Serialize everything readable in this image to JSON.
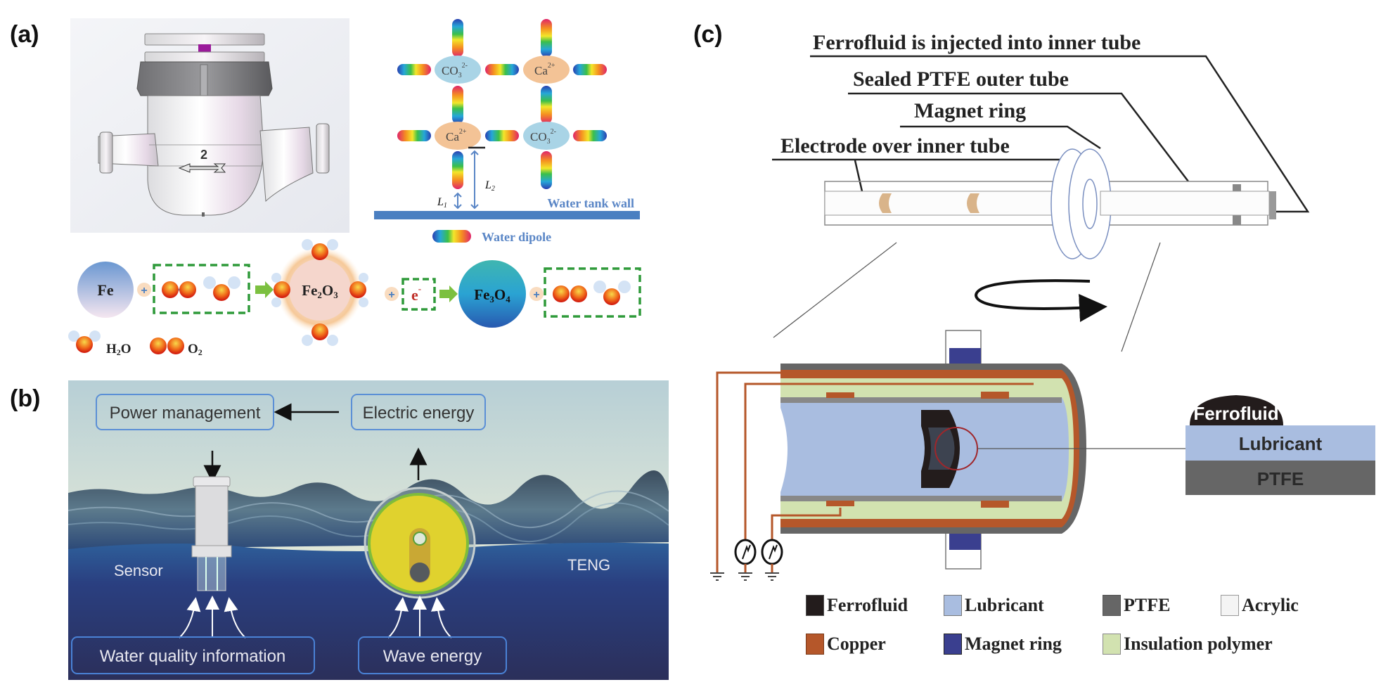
{
  "panels": {
    "a": {
      "label": "(a)",
      "meter": {
        "arrow_number": "2"
      },
      "lattice": {
        "ions": [
          {
            "label": "CO",
            "sub": "3",
            "sup": "2-",
            "type": "anion"
          },
          {
            "label": "Ca",
            "sub": "",
            "sup": "2+",
            "type": "cation"
          },
          {
            "label": "Ca",
            "sub": "",
            "sup": "2+",
            "type": "cation"
          },
          {
            "label": "CO",
            "sub": "3",
            "sup": "2-",
            "type": "anion"
          }
        ],
        "l1_label": "L",
        "l1_sub": "1",
        "l2_label": "L",
        "l2_sub": "2",
        "wall_label": "Water tank wall",
        "dipole_legend": "Water dipole"
      },
      "reaction": {
        "fe": "Fe",
        "fe2o3_main": "Fe",
        "fe2o3_sub1": "2",
        "fe2o3_o": "O",
        "fe2o3_sub2": "3",
        "electron": "e",
        "electron_sup": "-",
        "fe3o4_main": "Fe",
        "fe3o4_sub1": "3",
        "fe3o4_o": "O",
        "fe3o4_sub2": "4",
        "plus": "+",
        "legend_h2o_main": "H",
        "legend_h2o_sub": "2",
        "legend_h2o_o": "O",
        "legend_o2_main": "O",
        "legend_o2_sub": "2"
      }
    },
    "b": {
      "label": "(b)",
      "boxes": {
        "power_management": "Power management",
        "electric_energy": "Electric energy",
        "water_quality": "Water quality information",
        "wave_energy": "Wave energy"
      },
      "labels": {
        "sensor": "Sensor",
        "teng": "TENG"
      }
    },
    "c": {
      "label": "(c)",
      "callouts": [
        "Ferrofluid is injected into inner tube",
        "Sealed PTFE outer tube",
        "Magnet ring",
        "Electrode over inner tube"
      ],
      "inset": {
        "ferrofluid": "Ferrofluid",
        "lubricant": "Lubricant",
        "ptfe": "PTFE"
      },
      "legend": [
        {
          "label": "Ferrofluid",
          "color": "#231c1c"
        },
        {
          "label": "Lubricant",
          "color": "#a9bde0"
        },
        {
          "label": "PTFE",
          "color": "#666666"
        },
        {
          "label": "Acrylic",
          "color": "#f4f4f4"
        },
        {
          "label": "Copper",
          "color": "#b5572a"
        },
        {
          "label": "Magnet ring",
          "color": "#3a3f8f"
        },
        {
          "label": "Insulation polymer",
          "color": "#d2e2b0"
        }
      ]
    }
  },
  "colors": {
    "box_border": "#5b8fd6",
    "dashed_green": "#2f9a3a",
    "arrow_green": "#7cc040",
    "ion_anion": "#a9d4e6",
    "ion_cation": "#f3c396",
    "wall_blue": "#4a7fc1",
    "sky_top": "#b7cfd6",
    "sea_deep": "#2a3266",
    "copper": "#b5572a",
    "lubricant": "#a9bde0",
    "ptfe": "#666666",
    "insulation": "#d2e2b0",
    "magnet": "#3a3f8f",
    "electrode_tan": "#d9b48a"
  }
}
